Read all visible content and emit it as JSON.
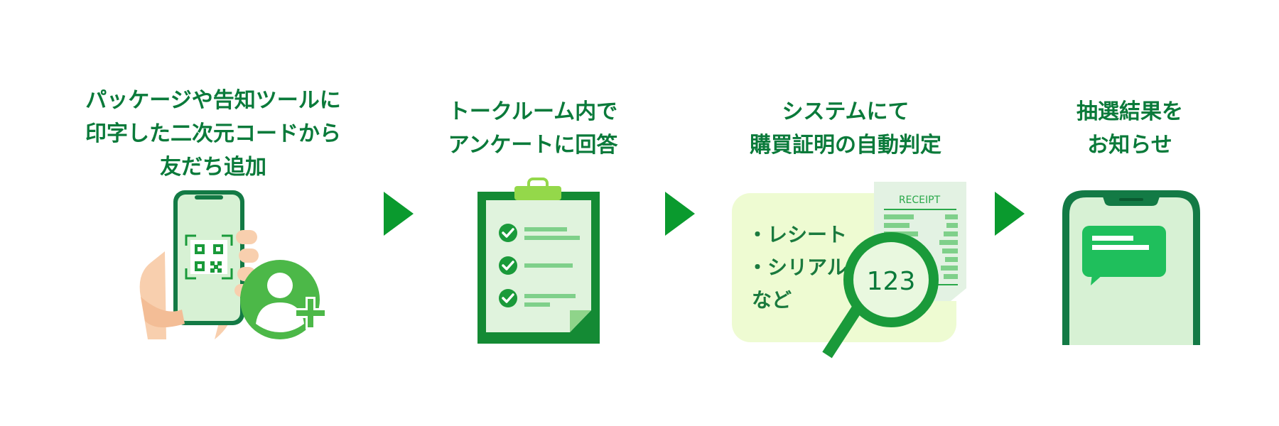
{
  "steps": [
    {
      "title": "パッケージや告知ツールに\n印字した二次元コードから\n友だち追加"
    },
    {
      "title": "トークルーム内で\nアンケートに回答"
    },
    {
      "title": "システムにて\n購買証明の自動判定"
    },
    {
      "title": "抽選結果を\nお知らせ"
    }
  ],
  "receipt": {
    "header": "RECEIPT",
    "list": [
      "・レシート",
      "・シリアル",
      "など"
    ],
    "number": "123"
  },
  "colors": {
    "title_green": "#0a7a3a",
    "arrow_green": "#0a9a2e",
    "dark_green": "#148a34",
    "mid_green": "#4cb848",
    "light_green": "#d7f1d4",
    "pale_yellow": "#eefbd2"
  }
}
